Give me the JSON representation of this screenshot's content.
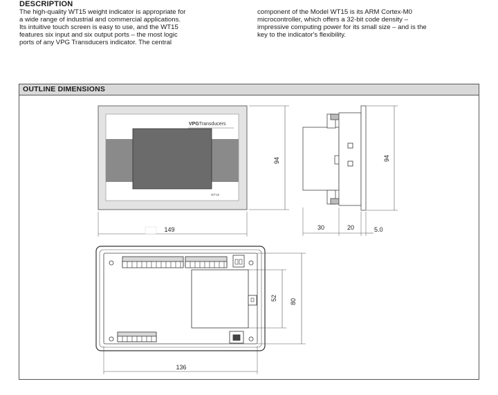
{
  "description": {
    "heading": "DESCRIPTION",
    "left_text": "The high-quality WT15 weight indicator is appropriate for\na wide range of industrial and commercial applications.\nIts intuitive touch screen is easy to use, and the WT15\nfeatures six input and six output ports – the most logic\nports of any VPG Transducers indicator. The central",
    "right_text": "component of the Model WT15 is its ARM Cortex-M0\nmicrocontroller, which offers a 32-bit code density –\nimpressive computing power for its small size – and is the\nkey to the indicator's flexibility."
  },
  "outline": {
    "title": "OUTLINE DIMENSIONS",
    "front_brand": "VPG",
    "front_brand_rest": "Transducers",
    "front_model": "WT15",
    "front_width": "149",
    "front_height": "94",
    "side_height": "94",
    "side_depth_1": "30",
    "side_depth_2": "20",
    "side_depth_3": "5.0",
    "rear_width": "136",
    "rear_height": "80",
    "rear_inner_height": "52"
  }
}
